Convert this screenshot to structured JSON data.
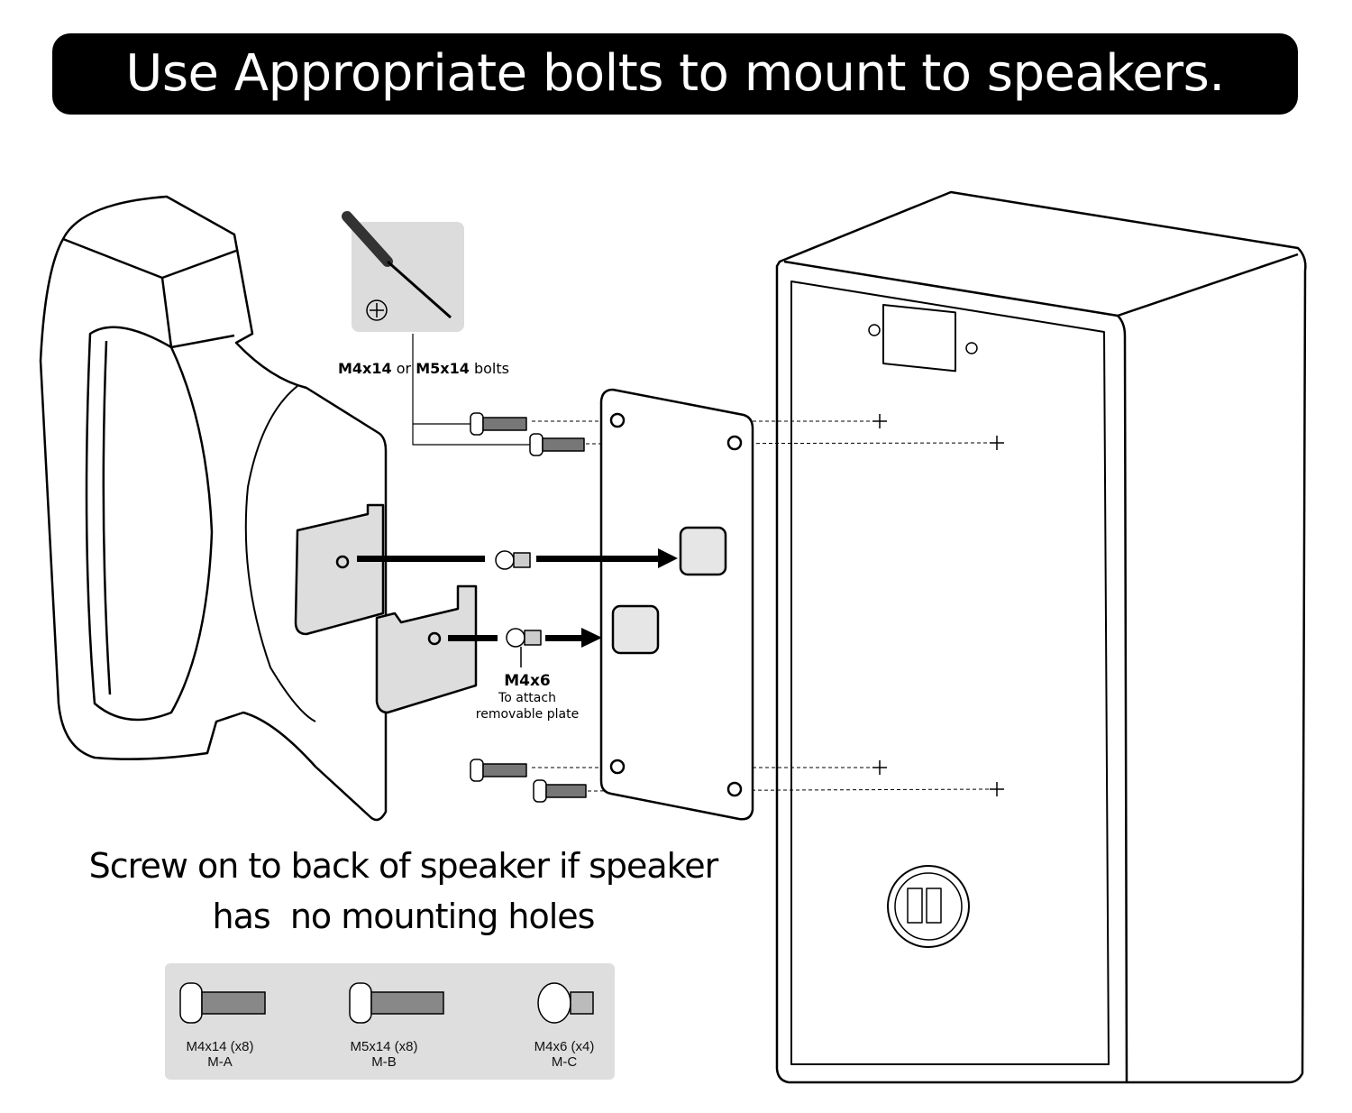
{
  "banner": {
    "title": "Use Appropriate bolts to mount to speakers."
  },
  "callouts": {
    "bolts_a": "M4x14",
    "bolts_or": "or",
    "bolts_b": "M5x14",
    "bolts_suffix": "bolts",
    "small_bolt": "M4x6",
    "small_bolt_desc_1": "To attach",
    "small_bolt_desc_2": "removable plate"
  },
  "note": {
    "line1": "Screw on to back of speaker if speaker",
    "line2": "has  no mounting holes"
  },
  "parts": [
    {
      "size": "M4x14 (x8)",
      "code": "M-A"
    },
    {
      "size": "M5x14 (x8)",
      "code": "M-B"
    },
    {
      "size": "M4x6 (x4)",
      "code": "M-C"
    }
  ]
}
